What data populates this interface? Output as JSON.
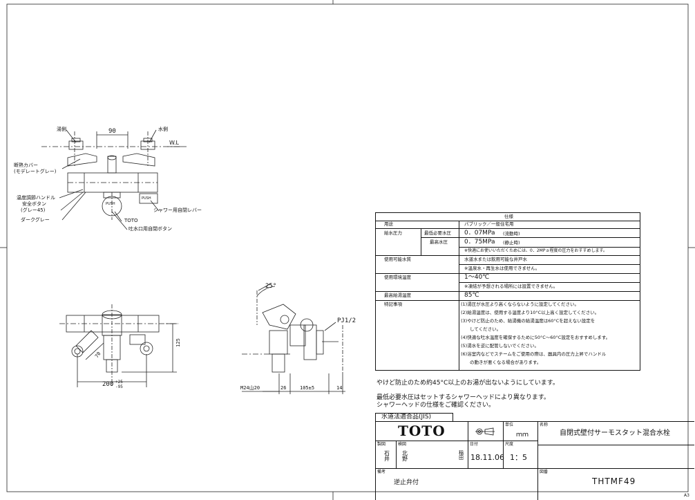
{
  "callouts": {
    "hot_side": "湯側",
    "cold_side": "水側",
    "water_level": "W.L",
    "insulation_cover": "断熱カバー",
    "insulation_cover_color": "(モデレートグレー)",
    "temp_handle": "温度調節ハンドル",
    "safety_button": "安全ボタン",
    "safety_button_color": "(グレー45)",
    "dark_gray": "ダークグレー",
    "shower_lever": "シャワー用自閉レバー",
    "brand_mark": "TOTO",
    "spout_button": "吐水口用自閉ボタン",
    "push_label": "PUSH"
  },
  "dimensions": {
    "d90": "90",
    "d25deg": "25°",
    "pj": "PJ1/2",
    "d125": "125",
    "d70": "70",
    "d200": "200",
    "d200_tol_plus": "+25",
    "d200_tol_minus": "-95",
    "m24": "M24山20",
    "d26": "26",
    "d105": "105±5",
    "d14": "14"
  },
  "spec": {
    "title": "仕様",
    "use_label": "用途",
    "use_value": "パブリック／一般住宅用",
    "supply_label": "給水圧力",
    "min_label": "最低必要水圧",
    "min_value": "0．07MPa",
    "min_note": "(流動時)",
    "max_label": "最高水圧",
    "max_value": "0．75MPa",
    "max_note": "(静止時)",
    "pressure_note": "※快適にお使いいただくためには、0．2MPａ程度の圧力をおすすめします。",
    "water_label": "使用可能水質",
    "water_value": "水道水または飲用可能な井戸水",
    "water_note": "※温泉水・再生水は使用できません。",
    "env_label": "使用環境温度",
    "env_value": "1～40℃",
    "env_note": "※凍結が予想される場所には設置できません。",
    "hot_label": "最高給湯温度",
    "hot_value": "85℃",
    "notes_label": "特記事項",
    "notes": [
      "(1)湯圧が水圧より高くならないように設定してください。",
      "(2)給湯温度は、使用する温度より10°C以上高く設定してください。",
      "(3)やけど防止のため、給湯機の給湯温度は60°Cを超えない設定を",
      "　　してください。",
      "(4)快適な吐水温度を確保するために50°C～60°C設定をおすすめします。",
      "(5)湯水を逆に配管しないでください。",
      "(6)浴室内などでスチームをご使用の際は、器具内の圧力上昇でハンドル",
      "　　の動きが悪くなる場合があります。"
    ]
  },
  "remarks": {
    "line1": "やけど防止のため約45°C以上のお湯が出ないようにしています。",
    "line2": "最低必要水圧はセットするシャワーヘッドにより異なります。",
    "line3": "シャワーヘッドの仕様をご確認ください。",
    "jis": "水道法適合品(JIS)"
  },
  "title_block": {
    "brand": "TOTO",
    "unit_label": "単位",
    "unit_value": "ｍｍ",
    "name_label": "名称",
    "name_value": "自閉式壁付サーモスタット混合水栓",
    "drawn_label": "製図",
    "drawn_value": "石井",
    "checked_label": "検図",
    "checked_value_1": "北野",
    "checked_value_2": "稲田",
    "date_label": "日付",
    "date_value": "18.11.06",
    "scale_label": "尺度",
    "scale_value": "1：5",
    "remarks_label": "備考",
    "remarks_value": "逆止弁付",
    "drawing_no_label": "図番",
    "drawing_no_value": "THTMF49",
    "sheet_size": "A3"
  }
}
